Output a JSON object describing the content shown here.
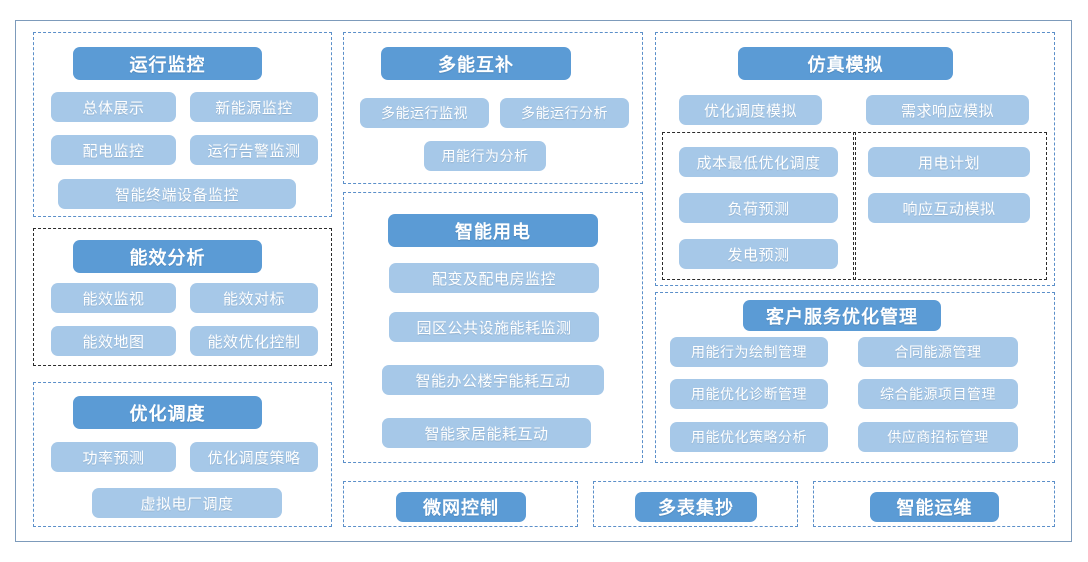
{
  "diagram": {
    "title_visible": false,
    "colors": {
      "header_pill": "#5b9bd5",
      "item_pill": "#a6c8e8",
      "panel_border_blue": "#5b8fc9",
      "panel_border_black": "#2b2b2b",
      "outer_frame": "#7d9bbb",
      "text": "#ffffff",
      "background": "#ffffff"
    },
    "panels": [
      {
        "id": "yunxing-jiankong",
        "header": "运行监控",
        "border": "blue",
        "items": [
          "总体展示",
          "新能源监控",
          "配电监控",
          "运行告警监测",
          "智能终端设备监控"
        ]
      },
      {
        "id": "nengxiao-fenxi",
        "header": "能效分析",
        "border": "black",
        "items": [
          "能效监视",
          "能效对标",
          "能效地图",
          "能效优化控制"
        ]
      },
      {
        "id": "youhua-diaodu",
        "header": "优化调度",
        "border": "blue",
        "items": [
          "功率预测",
          "优化调度策略",
          "虚拟电厂调度"
        ]
      },
      {
        "id": "duoneng-hubu",
        "header": "多能互补",
        "border": "blue",
        "items": [
          "多能运行监视",
          "多能运行分析",
          "用能行为分析"
        ]
      },
      {
        "id": "zhineng-yongdian",
        "header": "智能用电",
        "border": "blue",
        "items": [
          "配变及配电房监控",
          "园区公共设施能耗监测",
          "智能办公楼宇能耗互动",
          "智能家居能耗互动"
        ]
      },
      {
        "id": "fangzhen-moni",
        "header": "仿真模拟",
        "border": "blue",
        "items": [
          "优化调度模拟",
          "需求响应模拟"
        ],
        "subgroups": [
          {
            "id": "fangzhen-sub-left",
            "border": "black",
            "items": [
              "成本最低优化调度",
              "负荷预测",
              "发电预测"
            ]
          },
          {
            "id": "fangzhen-sub-right",
            "border": "black",
            "items": [
              "用电计划",
              "响应互动模拟"
            ]
          }
        ]
      },
      {
        "id": "kehu-fuwu",
        "header": "客户服务优化管理",
        "border": "blue",
        "items": [
          "用能行为绘制管理",
          "合同能源管理",
          "用能优化诊断管理",
          "综合能源项目管理",
          "用能优化策略分析",
          "供应商招标管理"
        ]
      },
      {
        "id": "weiwang-kongzhi",
        "header": "微网控制",
        "border": "blue",
        "items": []
      },
      {
        "id": "duobiao-jichao",
        "header": "多表集抄",
        "border": "blue",
        "items": []
      },
      {
        "id": "zhineng-yunwei",
        "header": "智能运维",
        "border": "blue",
        "items": []
      }
    ]
  }
}
